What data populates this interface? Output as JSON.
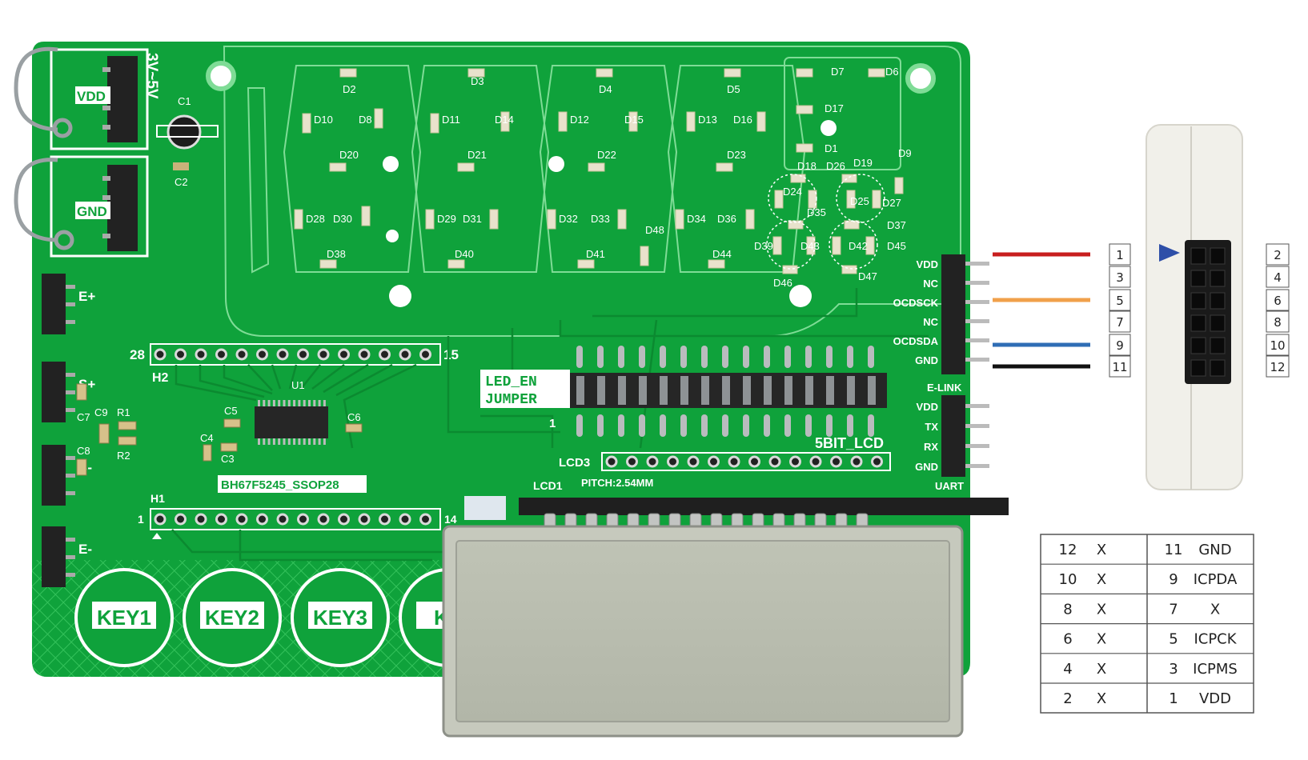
{
  "board": {
    "supply_label": "3V~5V",
    "vdd_label": "VDD",
    "gnd_label": "GND",
    "c1": "C1",
    "c2": "C2",
    "left_header_labels": [
      "E+",
      "S+",
      "S-",
      "E-"
    ],
    "h2_label": "H2",
    "h2_pin_left": "28",
    "h2_pin_right": "15",
    "h1_label": "H1",
    "h1_pin_left": "1",
    "h1_pin_right": "14",
    "u1_label": "U1",
    "chip_label": "BH67F5245_SSOP28",
    "passive_labels": [
      "C5",
      "C6",
      "C4",
      "C3",
      "C7",
      "C9",
      "R1",
      "R2",
      "C8"
    ],
    "led_en_label_1": "LED_EN",
    "led_en_label_2": "JUMPER",
    "jumper_pin1": "1",
    "bit_lcd_label": "5BIT_LCD",
    "lcd3_label": "LCD3",
    "pitch_label": "PITCH:2.54MM",
    "lcd1_label": "LCD1",
    "elink_pins": [
      "VDD",
      "NC",
      "OCDSCK",
      "NC",
      "OCDSDA",
      "GND"
    ],
    "elink_label": "E-LINK",
    "uart_pins": [
      "VDD",
      "TX",
      "RX",
      "GND"
    ],
    "uart_label": "UART",
    "keys": [
      "KEY1",
      "KEY2",
      "KEY3",
      "KE"
    ],
    "led_labels": [
      "D2",
      "D3",
      "D4",
      "D5",
      "D7",
      "D6",
      "D10",
      "D8",
      "D11",
      "D14",
      "D12",
      "D15",
      "D13",
      "D16",
      "D17",
      "D1",
      "D20",
      "D21",
      "D22",
      "D23",
      "D18",
      "D26",
      "D19",
      "D9",
      "D28",
      "D30",
      "D29",
      "D31",
      "D32",
      "D33",
      "D34",
      "D36",
      "D24",
      "D25",
      "D27",
      "D35",
      "D48",
      "D37",
      "D38",
      "D40",
      "D41",
      "D44",
      "D39",
      "D43",
      "D42",
      "D45",
      "D46",
      "D47"
    ]
  },
  "connector": {
    "wires": [
      {
        "left_pin": "1",
        "right_pin": "2",
        "color": "#c81e1e"
      },
      {
        "left_pin": "3",
        "right_pin": "4",
        "color": null
      },
      {
        "left_pin": "5",
        "right_pin": "6",
        "color": "#f0a04b"
      },
      {
        "left_pin": "7",
        "right_pin": "8",
        "color": null
      },
      {
        "left_pin": "9",
        "right_pin": "10",
        "color": "#2f6db5"
      },
      {
        "left_pin": "11",
        "right_pin": "12",
        "color": "#111111"
      }
    ]
  },
  "pin_table": {
    "rows": [
      {
        "even": "12",
        "even_sig": "X",
        "odd": "11",
        "odd_sig": "GND"
      },
      {
        "even": "10",
        "even_sig": "X",
        "odd": "9",
        "odd_sig": "ICPDA"
      },
      {
        "even": "8",
        "even_sig": "X",
        "odd": "7",
        "odd_sig": "X"
      },
      {
        "even": "6",
        "even_sig": "X",
        "odd": "5",
        "odd_sig": "ICPCK"
      },
      {
        "even": "4",
        "even_sig": "X",
        "odd": "3",
        "odd_sig": "ICPMS"
      },
      {
        "even": "2",
        "even_sig": "X",
        "odd": "1",
        "odd_sig": "VDD"
      }
    ]
  },
  "colors": {
    "pcb_green": "#0fa23b",
    "pcb_dark": "#0b8a30",
    "x_mark": "#e8821a"
  }
}
